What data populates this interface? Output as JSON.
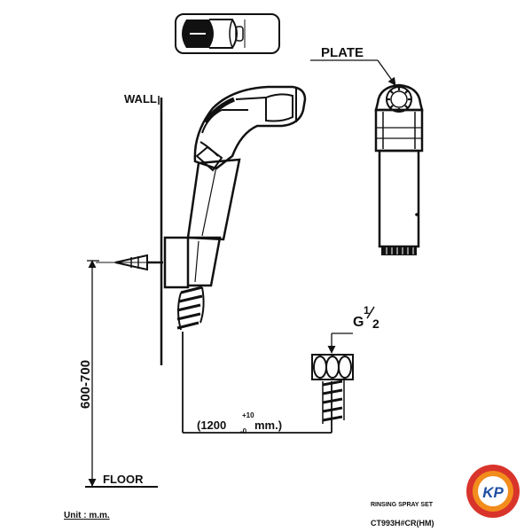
{
  "labels": {
    "wall": "WALL",
    "plate": "PLATE",
    "floor": "FLOOR",
    "height": "600-700",
    "thread_g": "G",
    "thread_num": "1",
    "thread_den": "2",
    "hose_open": "(1200",
    "tol_plus": "+10",
    "tol_minus": "-0",
    "hose_unit": "mm.)",
    "unit": "Unit : m.m.",
    "product_name": "RINSING SPRAY SET",
    "model": "CT993H#CR(HM)",
    "logo_text": "KP"
  },
  "colors": {
    "line": "#111111",
    "logo_red": "#d9342b",
    "logo_orange": "#f28c1c",
    "logo_blue": "#1f4fa3"
  }
}
